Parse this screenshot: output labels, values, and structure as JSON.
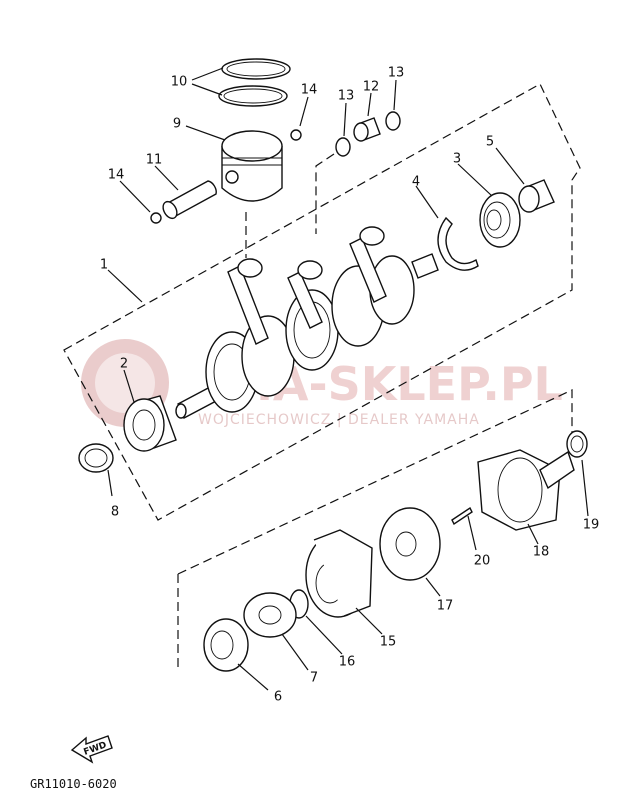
{
  "labels": {
    "l1": "1",
    "l2": "2",
    "l3": "3",
    "l4": "4",
    "l5": "5",
    "l6": "6",
    "l7": "7",
    "l8": "8",
    "l9": "9",
    "l10": "10",
    "l11": "11",
    "l12": "12",
    "l13a": "13",
    "l13b": "13",
    "l14a": "14",
    "l14b": "14",
    "l15": "15",
    "l16": "16",
    "l17": "17",
    "l18": "18",
    "l19": "19",
    "l20": "20"
  },
  "watermark": {
    "brand": "IMA-SKLEP.PL",
    "subtitle": "WOJCIECHOWICZ | DEALER YAMAHA"
  },
  "fwd_label": "FWD",
  "diagram_code": "GR11010-6020"
}
